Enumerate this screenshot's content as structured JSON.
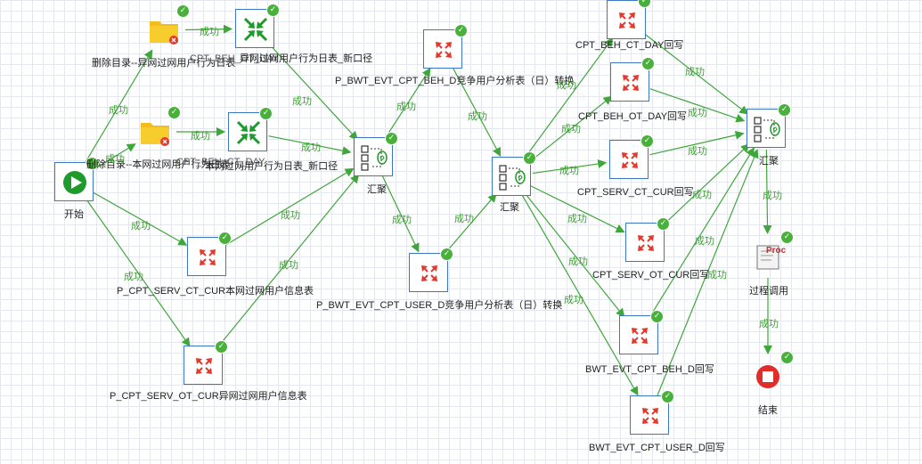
{
  "colors": {
    "edge": "#3fa63a",
    "node_border": "#3a78c6",
    "success_badge": "#49b13b",
    "task_arrows": "#e33a2e"
  },
  "edge_label": "成功",
  "nodes": {
    "start": {
      "label": "开始",
      "icon": "play-icon"
    },
    "del1": {
      "label": "删除目录--异网过网用户行为日表",
      "overlap_label": "CPT_BEH_OT_DAY",
      "icon": "folder-delete-icon"
    },
    "merge1": {
      "label": "异网过网用户行为日表_新口径",
      "icon": "merge-arrows-icon"
    },
    "del2": {
      "label": "删除目录--本网过网用户行为日表",
      "overlap_label": "CPT_BEH_CT_DAY",
      "icon": "folder-delete-icon"
    },
    "merge2": {
      "label": "本网过网用户行为日表_新口径",
      "icon": "merge-arrows-icon"
    },
    "servct": {
      "label": "P_CPT_SERV_CT_CUR本网过网用户信息表",
      "icon": "expand-arrows-icon"
    },
    "servot": {
      "label": "P_CPT_SERV_OT_CUR异网过网用户信息表",
      "icon": "expand-arrows-icon"
    },
    "join1": {
      "label": "汇聚",
      "icon": "join-icon"
    },
    "pbeh": {
      "label": "P_BWT_EVT_CPT_BEH_D竞争用户分析表（日）转换",
      "icon": "expand-arrows-icon"
    },
    "puser": {
      "label": "P_BWT_EVT_CPT_USER_D竞争用户分析表（日）转换",
      "icon": "expand-arrows-icon"
    },
    "join2": {
      "label": "汇聚",
      "icon": "join-icon"
    },
    "w_behct": {
      "label": "CPT_BEH_CT_DAY回写",
      "icon": "expand-arrows-icon"
    },
    "w_behot": {
      "label": "CPT_BEH_OT_DAY回写",
      "icon": "expand-arrows-icon"
    },
    "w_servct": {
      "label": "CPT_SERV_CT_CUR回写",
      "icon": "expand-arrows-icon"
    },
    "w_servot": {
      "label": "CPT_SERV_OT_CUR回写",
      "icon": "expand-arrows-icon"
    },
    "w_evtbeh": {
      "label": "BWT_EVT_CPT_BEH_D回写",
      "icon": "expand-arrows-icon"
    },
    "w_evtuser": {
      "label": "BWT_EVT_CPT_USER_D回写",
      "icon": "expand-arrows-icon"
    },
    "join3": {
      "label": "汇聚",
      "icon": "join-icon"
    },
    "proc": {
      "label": "过程调用",
      "icon": "proc-scroll-icon",
      "badge": "Proc"
    },
    "end": {
      "label": "结束",
      "icon": "stop-icon"
    }
  }
}
